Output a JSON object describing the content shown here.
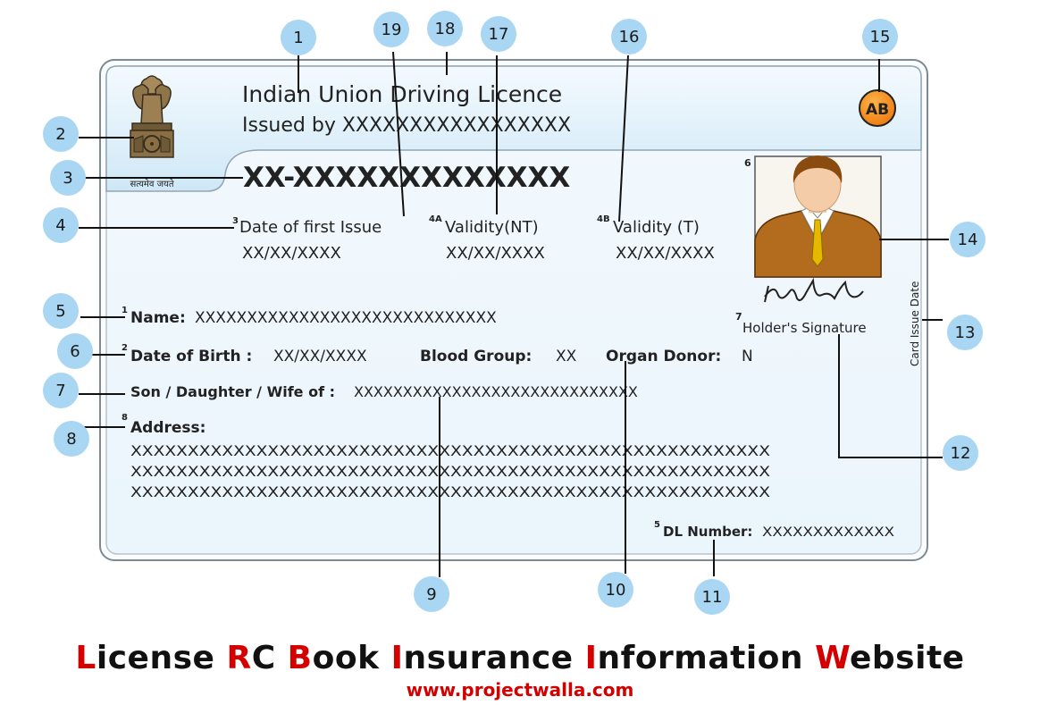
{
  "card": {
    "title": "Indian Union Driving Licence",
    "issued_by": "Issued by XXXXXXXXXXXXXXXXX",
    "emblem_caption": "सत्यमेव जयते",
    "dl_code": "XX-XXXXXXXXXXXXX",
    "blood_badge": "AB",
    "photo_num": "6",
    "first_issue_sup": "3",
    "first_issue_label": "Date of first Issue",
    "first_issue_value": "XX/XX/XXXX",
    "validity_nt_sup": "4A",
    "validity_nt_label": "Validity(NT)",
    "validity_nt_value": "XX/XX/XXXX",
    "validity_t_sup": "4B",
    "validity_t_label": "Validity (T)",
    "validity_t_value": "XX/XX/XXXX",
    "name_sup": "1",
    "name_label": "Name:",
    "name_value": "XXXXXXXXXXXXXXXXXXXXXXXXXXXXX",
    "dob_sup": "2",
    "dob_label": "Date of Birth :",
    "dob_value": "XX/XX/XXXX",
    "blood_label": "Blood Group:",
    "blood_value": "XX",
    "organ_label": "Organ Donor:",
    "organ_value": "N",
    "relation_label": "Son / Daughter / Wife of :",
    "relation_value": "XXXXXXXXXXXXXXXXXXXXXXXXXXXXX",
    "address_sup": "8",
    "address_label": "Address:",
    "address_lines": [
      "XXXXXXXXXXXXXXXXXXXXXXXXXXXXXXXXXXXXXXXXXXXXXXXXXXXXXXXX",
      "XXXXXXXXXXXXXXXXXXXXXXXXXXXXXXXXXXXXXXXXXXXXXXXXXXXXXXXX",
      "XXXXXXXXXXXXXXXXXXXXXXXXXXXXXXXXXXXXXXXXXXXXXXXXXXXXXXXX"
    ],
    "signature_sup": "7",
    "signature_label": "Holder's Signature",
    "card_issue_date": "Card Issue Date",
    "dl_number_sup": "5",
    "dl_number_label": "DL Number:",
    "dl_number_value": "XXXXXXXXXXXXX"
  },
  "callouts": [
    "1",
    "2",
    "3",
    "4",
    "5",
    "6",
    "7",
    "8",
    "9",
    "10",
    "11",
    "12",
    "13",
    "14",
    "15",
    "16",
    "17",
    "18",
    "19"
  ],
  "footer": {
    "title_parts": [
      {
        "text": "L",
        "red": true
      },
      {
        "text": "icense ",
        "red": false
      },
      {
        "text": "R",
        "red": true
      },
      {
        "text": "C ",
        "red": false
      },
      {
        "text": "B",
        "red": true
      },
      {
        "text": "ook ",
        "red": false
      },
      {
        "text": "I",
        "red": true
      },
      {
        "text": "nsurance ",
        "red": false
      },
      {
        "text": "I",
        "red": true
      },
      {
        "text": "nformation ",
        "red": false
      },
      {
        "text": "W",
        "red": true
      },
      {
        "text": "ebsite",
        "red": false
      }
    ],
    "url": "www.projectwalla.com"
  },
  "colors": {
    "card_bg": "#eef7fc",
    "header_bg": "#d4ebf8",
    "callout_fill": "#a9d6f2",
    "badge_fill": "#f28c1e",
    "footer_red": "#d40000"
  }
}
